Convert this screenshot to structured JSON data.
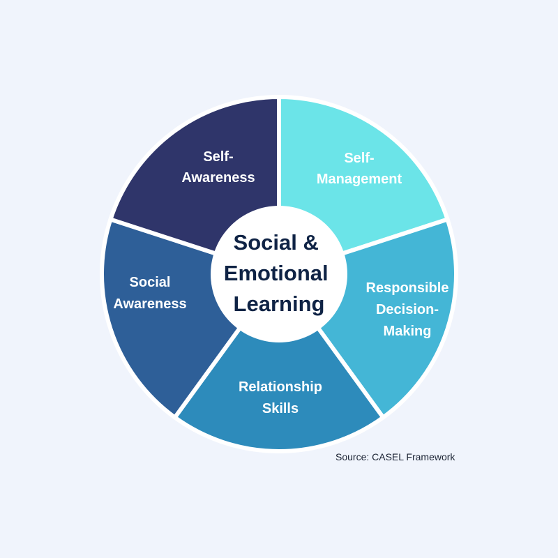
{
  "center": {
    "lines": [
      "Social &",
      "Emotional",
      "Learning"
    ],
    "color": "#ffffff"
  },
  "segments": [
    {
      "id": "self-management",
      "lines": [
        "Self-",
        "Management"
      ],
      "color": "#6be4e8"
    },
    {
      "id": "responsible-decision-making",
      "lines": [
        "Responsible",
        "Decision-",
        "Making"
      ],
      "color": "#44b6d6"
    },
    {
      "id": "relationship-skills",
      "lines": [
        "Relationship",
        "Skills"
      ],
      "color": "#2d8bbb"
    },
    {
      "id": "social-awareness",
      "lines": [
        "Social",
        "Awareness"
      ],
      "color": "#2e5f98"
    },
    {
      "id": "self-awareness",
      "lines": [
        "Self-",
        "Awareness"
      ],
      "color": "#2f356a"
    }
  ],
  "source": "Source: CASEL Framework",
  "colors": {
    "background": "#f0f4fc",
    "separator": "#ffffff",
    "center_text": "#0f2345"
  }
}
